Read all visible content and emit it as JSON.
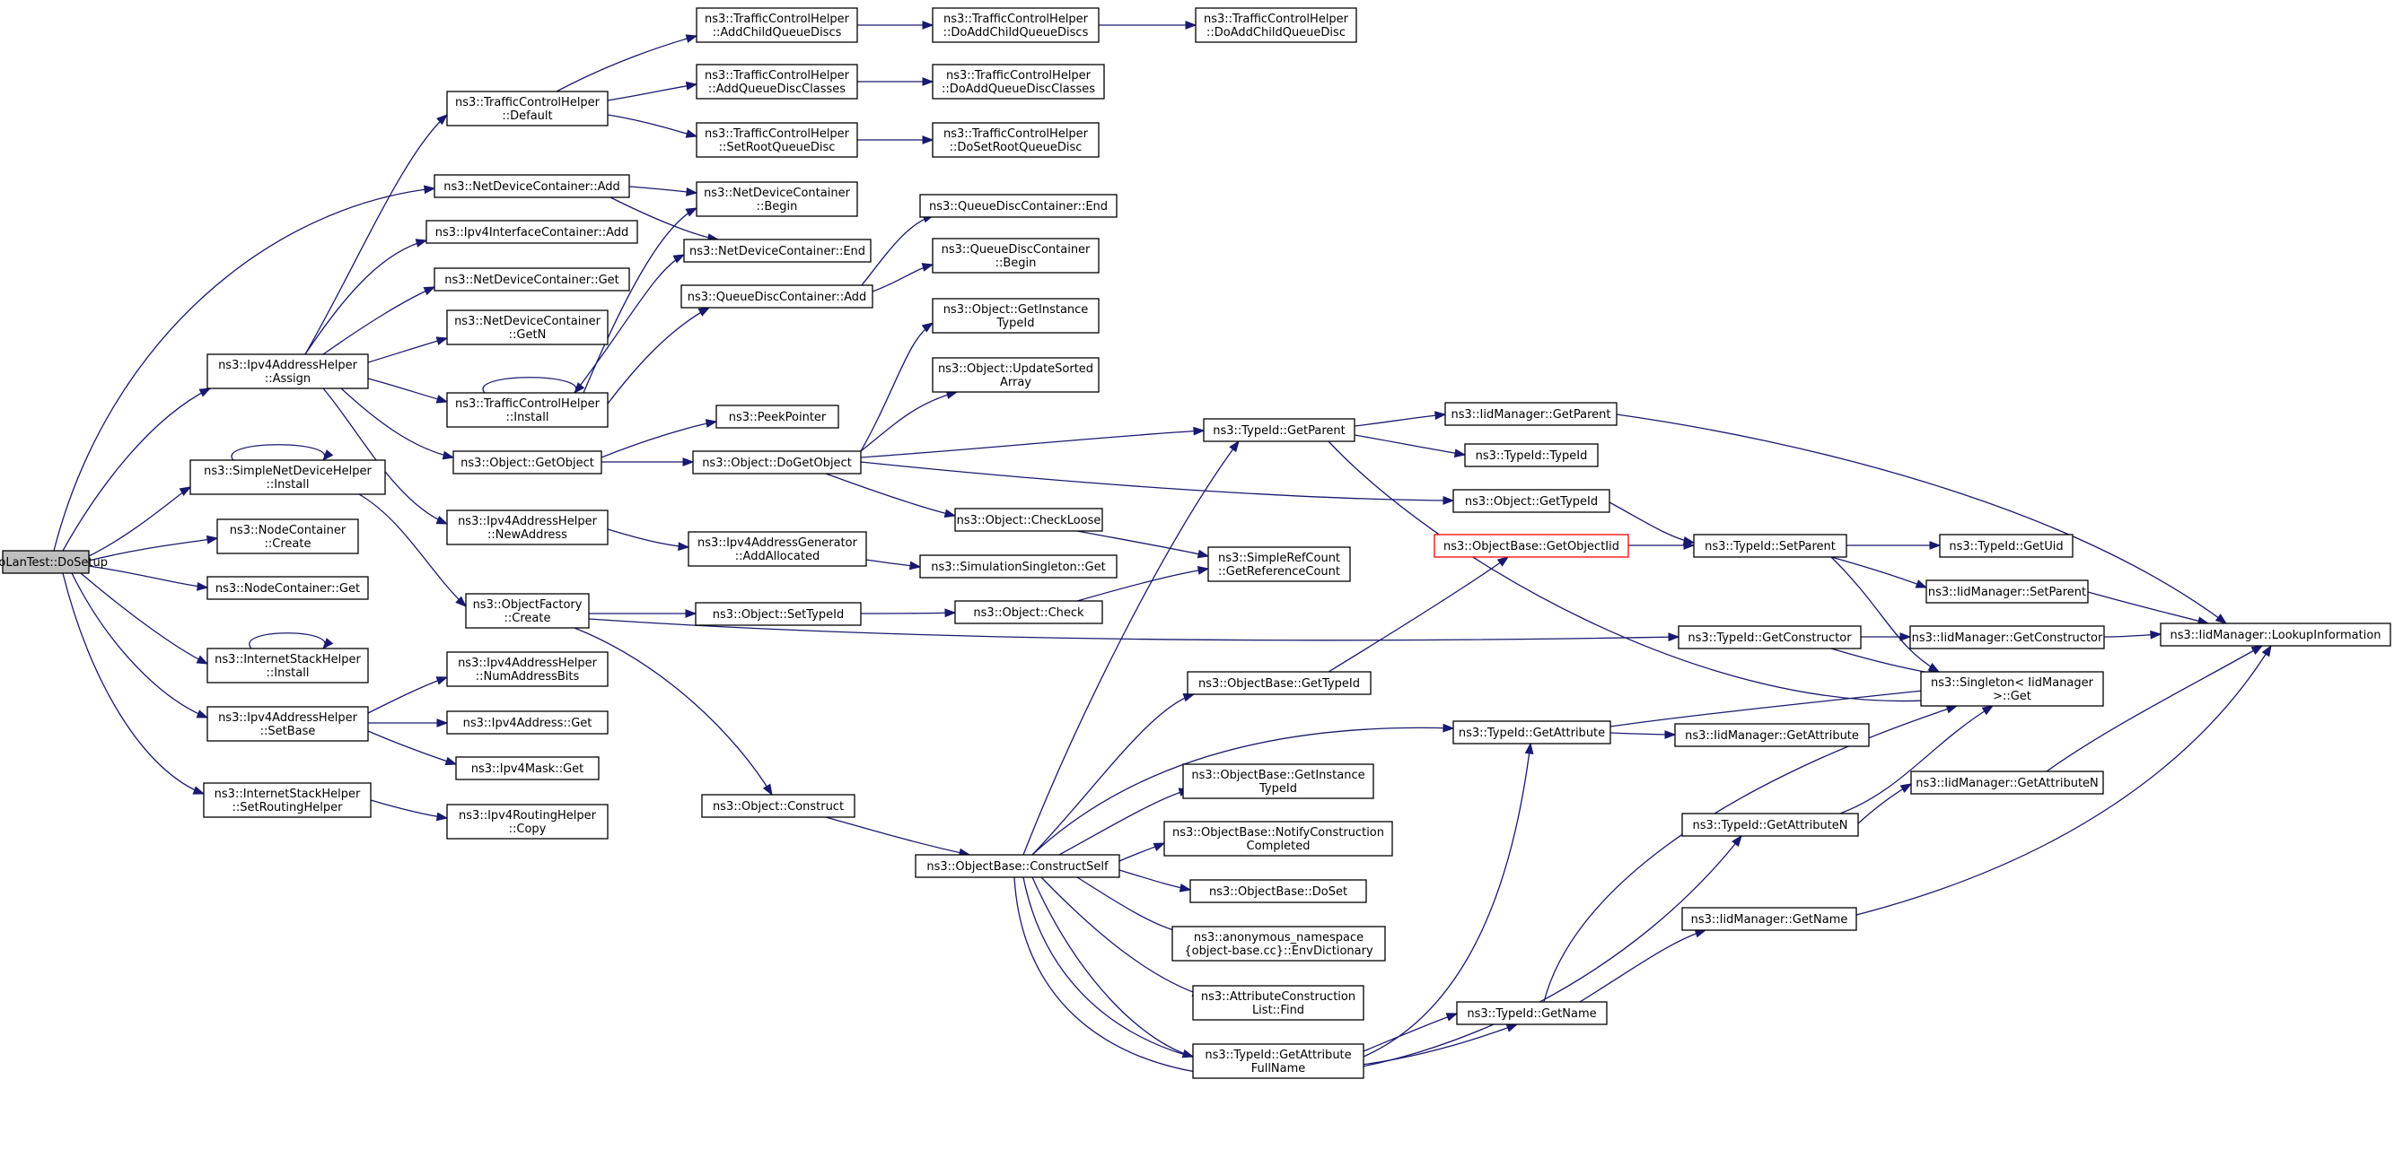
{
  "colors": {
    "edge": "#191970",
    "node_border": "#000000",
    "root_fill": "#bfbfbf",
    "highlight_border": "#ff0000",
    "background": "#ffffff"
  },
  "nodes": {
    "root": [
      "TwoLanTest::DoSetup"
    ],
    "tch_addchildqueuediscs": [
      "ns3::TrafficControlHelper",
      "::AddChildQueueDiscs"
    ],
    "tch_doaddchildqueuediscs": [
      "ns3::TrafficControlHelper",
      "::DoAddChildQueueDiscs"
    ],
    "tch_doaddchildqueuedisc": [
      "ns3::TrafficControlHelper",
      "::DoAddChildQueueDisc"
    ],
    "tch_default": [
      "ns3::TrafficControlHelper",
      "::Default"
    ],
    "tch_addqueuedisclasses": [
      "ns3::TrafficControlHelper",
      "::AddQueueDiscClasses"
    ],
    "tch_doaddqueuedisclasses": [
      "ns3::TrafficControlHelper",
      "::DoAddQueueDiscClasses"
    ],
    "tch_setrootqueuedisc": [
      "ns3::TrafficControlHelper",
      "::SetRootQueueDisc"
    ],
    "tch_dosetrootqueuedisc": [
      "ns3::TrafficControlHelper",
      "::DoSetRootQueueDisc"
    ],
    "ndc_add": [
      "ns3::NetDeviceContainer::Add"
    ],
    "ndc_begin": [
      "ns3::NetDeviceContainer",
      "::Begin"
    ],
    "qdc_end": [
      "ns3::QueueDiscContainer::End"
    ],
    "ipv4ic_add": [
      "ns3::Ipv4InterfaceContainer::Add"
    ],
    "ndc_end": [
      "ns3::NetDeviceContainer::End"
    ],
    "qdc_begin": [
      "ns3::QueueDiscContainer",
      "::Begin"
    ],
    "ndc_get": [
      "ns3::NetDeviceContainer::Get"
    ],
    "qdc_add": [
      "ns3::QueueDiscContainer::Add"
    ],
    "obj_getinstancetypeid": [
      "ns3::Object::GetInstance",
      "TypeId"
    ],
    "ndc_getn": [
      "ns3::NetDeviceContainer",
      "::GetN"
    ],
    "ipv4ah_assign": [
      "ns3::Ipv4AddressHelper",
      "::Assign"
    ],
    "tch_install": [
      "ns3::TrafficControlHelper",
      "::Install"
    ],
    "obj_updatesortedarray": [
      "ns3::Object::UpdateSorted",
      "Array"
    ],
    "tid_getparent": [
      "ns3::TypeId::GetParent"
    ],
    "iidm_getparent": [
      "ns3::IidManager::GetParent"
    ],
    "peekpointer": [
      "ns3::PeekPointer"
    ],
    "tid_typeid": [
      "ns3::TypeId::TypeId"
    ],
    "sndh_install": [
      "ns3::SimpleNetDeviceHelper",
      "::Install"
    ],
    "obj_getobject": [
      "ns3::Object::GetObject"
    ],
    "obj_dogetobject": [
      "ns3::Object::DoGetObject"
    ],
    "obj_gettypeid": [
      "ns3::Object::GetTypeId"
    ],
    "obj_checkloose": [
      "ns3::Object::CheckLoose"
    ],
    "ipv4ah_newaddress": [
      "ns3::Ipv4AddressHelper",
      "::NewAddress"
    ],
    "nc_create": [
      "ns3::NodeContainer",
      "::Create"
    ],
    "ob_getobjectiid": [
      "ns3::ObjectBase::GetObjectIid"
    ],
    "tid_setparent": [
      "ns3::TypeId::SetParent"
    ],
    "tid_getuid": [
      "ns3::TypeId::GetUid"
    ],
    "ipv4ag_addallocated": [
      "ns3::Ipv4AddressGenerator",
      "::AddAllocated"
    ],
    "src_getreferencecount": [
      "ns3::SimpleRefCount",
      "::GetReferenceCount"
    ],
    "simsingleton_get": [
      "ns3::SimulationSingleton::Get"
    ],
    "nc_get": [
      "ns3::NodeContainer::Get"
    ],
    "iidm_setparent": [
      "ns3::IidManager::SetParent"
    ],
    "of_create": [
      "ns3::ObjectFactory",
      "::Create"
    ],
    "obj_settypeid": [
      "ns3::Object::SetTypeId"
    ],
    "obj_check": [
      "ns3::Object::Check"
    ],
    "tid_getconstructor": [
      "ns3::TypeId::GetConstructor"
    ],
    "iidm_getconstructor": [
      "ns3::IidManager::GetConstructor"
    ],
    "iidm_lookupinformation": [
      "ns3::IidManager::LookupInformation"
    ],
    "ish_install": [
      "ns3::InternetStackHelper",
      "::Install"
    ],
    "ob_gettypeid": [
      "ns3::ObjectBase::GetTypeId"
    ],
    "singleton_get": [
      "ns3::Singleton< IidManager",
      ">::Get"
    ],
    "ipv4ah_numaddressbits": [
      "ns3::Ipv4AddressHelper",
      "::NumAddressBits"
    ],
    "ipv4ah_setbase": [
      "ns3::Ipv4AddressHelper",
      "::SetBase"
    ],
    "ipv4address_get": [
      "ns3::Ipv4Address::Get"
    ],
    "tid_getattribute": [
      "ns3::TypeId::GetAttribute"
    ],
    "iidm_getattribute": [
      "ns3::IidManager::GetAttribute"
    ],
    "ipv4mask_get": [
      "ns3::Ipv4Mask::Get"
    ],
    "ob_getinstancetypeid": [
      "ns3::ObjectBase::GetInstance",
      "TypeId"
    ],
    "iidm_getattributen": [
      "ns3::IidManager::GetAttributeN"
    ],
    "ish_setroutinghelper": [
      "ns3::InternetStackHelper",
      "::SetRoutingHelper"
    ],
    "obj_construct": [
      "ns3::Object::Construct"
    ],
    "tid_getattributen": [
      "ns3::TypeId::GetAttributeN"
    ],
    "ipv4rh_copy": [
      "ns3::Ipv4RoutingHelper",
      "::Copy"
    ],
    "ob_notifyconstructioncompleted": [
      "ns3::ObjectBase::NotifyConstruction",
      "Completed"
    ],
    "ob_constructself": [
      "ns3::ObjectBase::ConstructSelf"
    ],
    "ob_doset": [
      "ns3::ObjectBase::DoSet"
    ],
    "iidm_getname": [
      "ns3::IidManager::GetName"
    ],
    "anon_envdictionary": [
      "ns3::anonymous_namespace",
      "{object-base.cc}::EnvDictionary"
    ],
    "acl_find": [
      "ns3::AttributeConstruction",
      "List::Find"
    ],
    "tid_getname": [
      "ns3::TypeId::GetName"
    ],
    "tid_getattributefullname": [
      "ns3::TypeId::GetAttribute",
      "FullName"
    ]
  }
}
